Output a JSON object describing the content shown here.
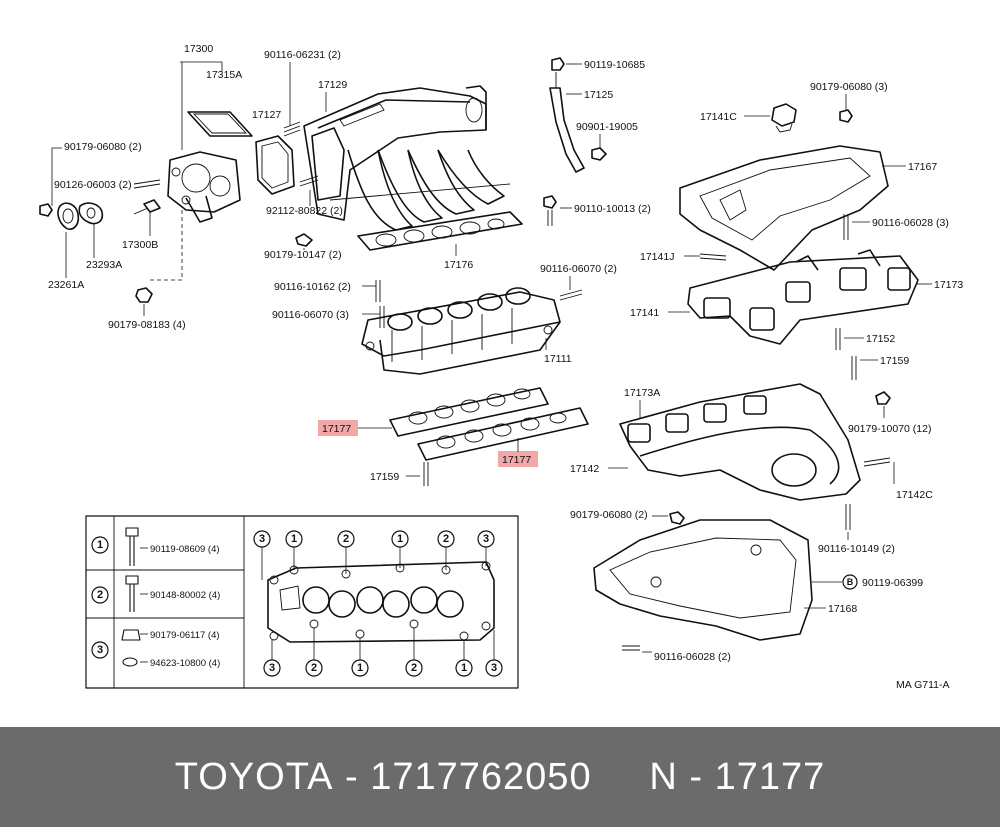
{
  "labels": {
    "l17300": "17300",
    "l17315A": "17315A",
    "l90179_06080_2a": "90179-06080 (2)",
    "l90126_06003": "90126-06003 (2)",
    "l17300B": "17300B",
    "l23293A": "23293A",
    "l23261A": "23261A",
    "l90179_08183": "90179-08183 (4)",
    "l90116_06231": "90116-06231 (2)",
    "l17129": "17129",
    "l17127": "17127",
    "l92112_80822": "92112-80822 (2)",
    "l90179_10147": "90179-10147 (2)",
    "l17176": "17176",
    "l90110_10013": "90110-10013 (2)",
    "l90119_10685": "90119-10685",
    "l17125": "17125",
    "l90901_19005": "90901-19005",
    "l90116_10162": "90116-10162 (2)",
    "l90116_06070a": "90116-06070 (2)",
    "l90116_06070b": "90116-06070 (3)",
    "l17111": "17111",
    "l17177a": "17177",
    "l17177b": "17177",
    "l17159a": "17159",
    "l90179_06080_3": "90179-06080 (3)",
    "l17141C": "17141C",
    "l17167": "17167",
    "l90116_06028_3": "90116-06028 (3)",
    "l17141J": "17141J",
    "l17173": "17173",
    "l17141": "17141",
    "l17152": "17152",
    "l17159b": "17159",
    "l17173A": "17173A",
    "l90179_10070": "90179-10070 (12)",
    "l17142": "17142",
    "l17142C": "17142C",
    "l90179_06080_2b": "90179-06080 (2)",
    "l90116_10149": "90116-10149 (2)",
    "l90119_06399": "90119-06399",
    "l17168": "17168",
    "l90116_06028_2": "90116-06028 (2)",
    "code": "MA  G711-A"
  },
  "table": {
    "rows": [
      {
        "num": "1",
        "p1": "90119-08609 (4)",
        "p2": ""
      },
      {
        "num": "2",
        "p1": "90148-80002 (4)",
        "p2": ""
      },
      {
        "num": "3",
        "p1": "90179-06117 (4)",
        "p2": "94623-10800 (4)"
      }
    ]
  },
  "gasket_top": [
    "3",
    "1",
    "2",
    "1",
    "2",
    "3"
  ],
  "gasket_bottom": [
    "3",
    "2",
    "1",
    "2",
    "1",
    "3"
  ],
  "bolt_ref": "B",
  "footer": {
    "brand": "TOYOTA",
    "sep1": " - ",
    "number": "1717762050",
    "gap": "     ",
    "n": "N",
    "sep2": " - ",
    "part": "17177"
  },
  "colors": {
    "highlight": "#f2a8a8",
    "footer_bg": "#6b6b6b",
    "footer_text": "#ffffff"
  }
}
